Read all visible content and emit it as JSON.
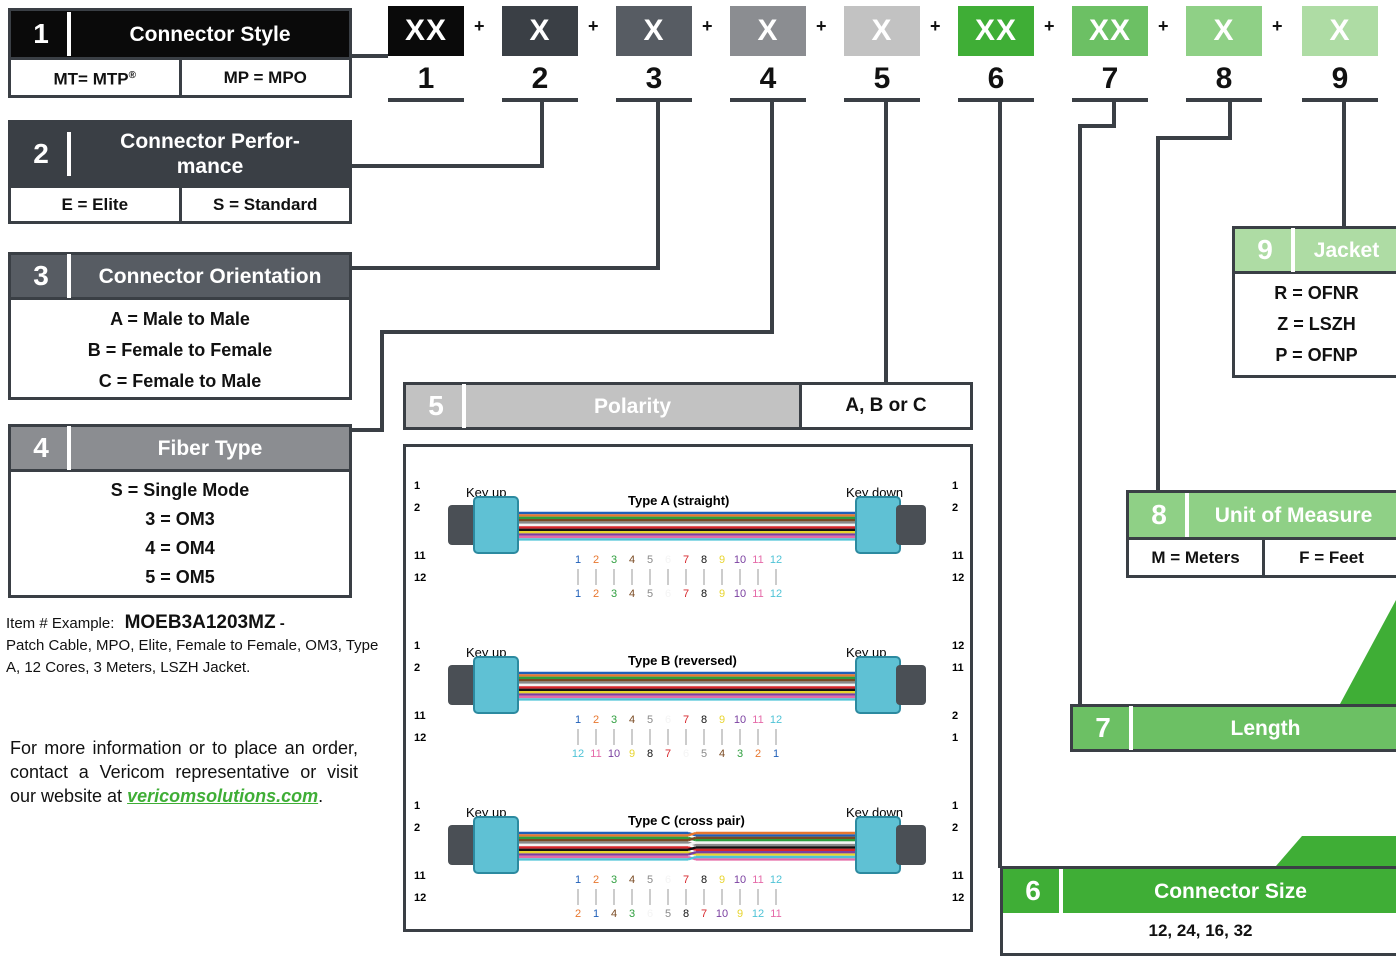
{
  "code_segments": [
    {
      "text": "XX",
      "color": "#0a0a0a",
      "digit": "1"
    },
    {
      "text": "X",
      "color": "#3a3f45",
      "digit": "2"
    },
    {
      "text": "X",
      "color": "#575c63",
      "digit": "3"
    },
    {
      "text": "X",
      "color": "#8b8d91",
      "digit": "4"
    },
    {
      "text": "X",
      "color": "#c2c2c2",
      "digit": "5"
    },
    {
      "text": "XX",
      "color": "#3fae36",
      "digit": "6"
    },
    {
      "text": "XX",
      "color": "#6cc064",
      "digit": "7"
    },
    {
      "text": "X",
      "color": "#8fd086",
      "digit": "8"
    },
    {
      "text": "X",
      "color": "#aedca4",
      "digit": "9"
    }
  ],
  "plus_sign": "+",
  "box1": {
    "number": "1",
    "title": "Connector Style",
    "options": [
      "MT= MTP",
      "MP = MPO"
    ],
    "registered": "®"
  },
  "box2": {
    "number": "2",
    "title_line1": "Connector Perfor-",
    "title_line2": "mance",
    "options": [
      "E = Elite",
      "S = Standard"
    ]
  },
  "box3": {
    "number": "3",
    "title": "Connector Orientation",
    "items": [
      "A = Male to Male",
      "B = Female to Female",
      "C = Female to Male"
    ]
  },
  "box4": {
    "number": "4",
    "title": "Fiber Type",
    "items": [
      "S = Single Mode",
      "3 = OM3",
      "4 = OM4",
      "5 = OM5"
    ]
  },
  "box5": {
    "number": "5",
    "title": "Polarity",
    "value": "A, B or C"
  },
  "box6": {
    "number": "6",
    "title": "Connector Size",
    "value": "12, 24, 16, 32"
  },
  "box7": {
    "number": "7",
    "title": "Length"
  },
  "box8": {
    "number": "8",
    "title": "Unit of Measure",
    "options": [
      "M = Meters",
      "F = Feet"
    ]
  },
  "box9": {
    "number": "9",
    "title": "Jacket",
    "items": [
      "R = OFNR",
      "Z = LSZH",
      "P = OFNP"
    ]
  },
  "example": {
    "label": "Item # Example:",
    "code": "MOEB3A1203MZ",
    "dash": "-",
    "description": "Patch Cable, MPO, Elite, Female to Female, OM3, Type A, 12 Cores, 3 Meters, LSZH Jacket."
  },
  "info": {
    "text": "For more information or to place an order, contact a Vericom representative or visit our website at",
    "link": "vericomsolutions.com",
    "end": "."
  },
  "polarity": {
    "types": [
      {
        "title": "Type A (straight)",
        "left_key": "Key up",
        "right_key": "Key down",
        "top": [
          "1",
          "2",
          "3",
          "4",
          "5",
          "6",
          "7",
          "8",
          "9",
          "10",
          "11",
          "12"
        ],
        "bottom": [
          "1",
          "2",
          "3",
          "4",
          "5",
          "6",
          "7",
          "8",
          "9",
          "10",
          "11",
          "12"
        ],
        "left_pins": [
          "1",
          "2",
          "11",
          "12"
        ],
        "right_pins": [
          "1",
          "2",
          "11",
          "12"
        ]
      },
      {
        "title": "Type B (reversed)",
        "left_key": "Key up",
        "right_key": "Key up",
        "top": [
          "1",
          "2",
          "3",
          "4",
          "5",
          "6",
          "7",
          "8",
          "9",
          "10",
          "11",
          "12"
        ],
        "bottom": [
          "12",
          "11",
          "10",
          "9",
          "8",
          "7",
          "6",
          "5",
          "4",
          "3",
          "2",
          "1"
        ],
        "left_pins": [
          "1",
          "2",
          "11",
          "12"
        ],
        "right_pins": [
          "12",
          "11",
          "2",
          "1"
        ]
      },
      {
        "title": "Type C (cross pair)",
        "left_key": "Key up",
        "right_key": "Key down",
        "top": [
          "1",
          "2",
          "3",
          "4",
          "5",
          "6",
          "7",
          "8",
          "9",
          "10",
          "11",
          "12"
        ],
        "bottom": [
          "2",
          "1",
          "4",
          "3",
          "6",
          "5",
          "8",
          "7",
          "10",
          "9",
          "12",
          "11"
        ],
        "left_pins": [
          "1",
          "2",
          "11",
          "12"
        ],
        "right_pins": [
          "1",
          "2",
          "11",
          "12"
        ]
      }
    ],
    "fiber_colors": [
      "#1f5fb8",
      "#e8772e",
      "#2e9e3e",
      "#7a4a22",
      "#8a8a8a",
      "#f4f4f4",
      "#d7262b",
      "#111111",
      "#e8d52e",
      "#7a3fa0",
      "#e56aa8",
      "#4fc3d6"
    ]
  }
}
